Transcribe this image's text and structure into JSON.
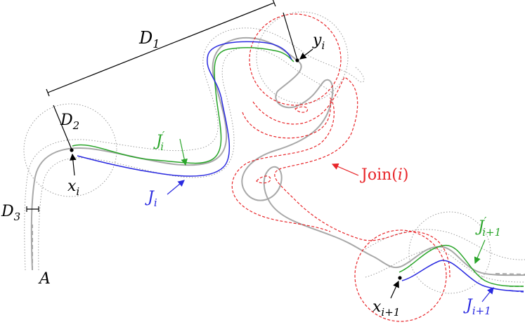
{
  "labels": {
    "D1": {
      "main": "D",
      "sub": "1"
    },
    "D2": {
      "main": "D",
      "sub": "2"
    },
    "D3": {
      "main": "D",
      "sub": "3"
    },
    "yi": {
      "main": "y",
      "sub": "i"
    },
    "xi": {
      "main": "x",
      "sub": "i"
    },
    "xi1": {
      "main": "x",
      "sub": "i+1"
    },
    "Ji": {
      "main": "J",
      "sub": "i"
    },
    "Jpi": {
      "main": "J",
      "prime": "′",
      "sub": "i"
    },
    "Ji1": {
      "main": "J",
      "sub": "i+1"
    },
    "Jpi1": {
      "main": "J",
      "prime": "′",
      "sub": "i+1"
    },
    "A": "A",
    "join": {
      "word": "Join(",
      "arg": "i",
      "close": ")"
    }
  },
  "colors": {
    "path": "#a8a8a8",
    "tube": "#9a9a9a",
    "join": "#e8262a",
    "green": "#2aa52a",
    "blue": "#2a2ae0",
    "black": "#000000"
  }
}
